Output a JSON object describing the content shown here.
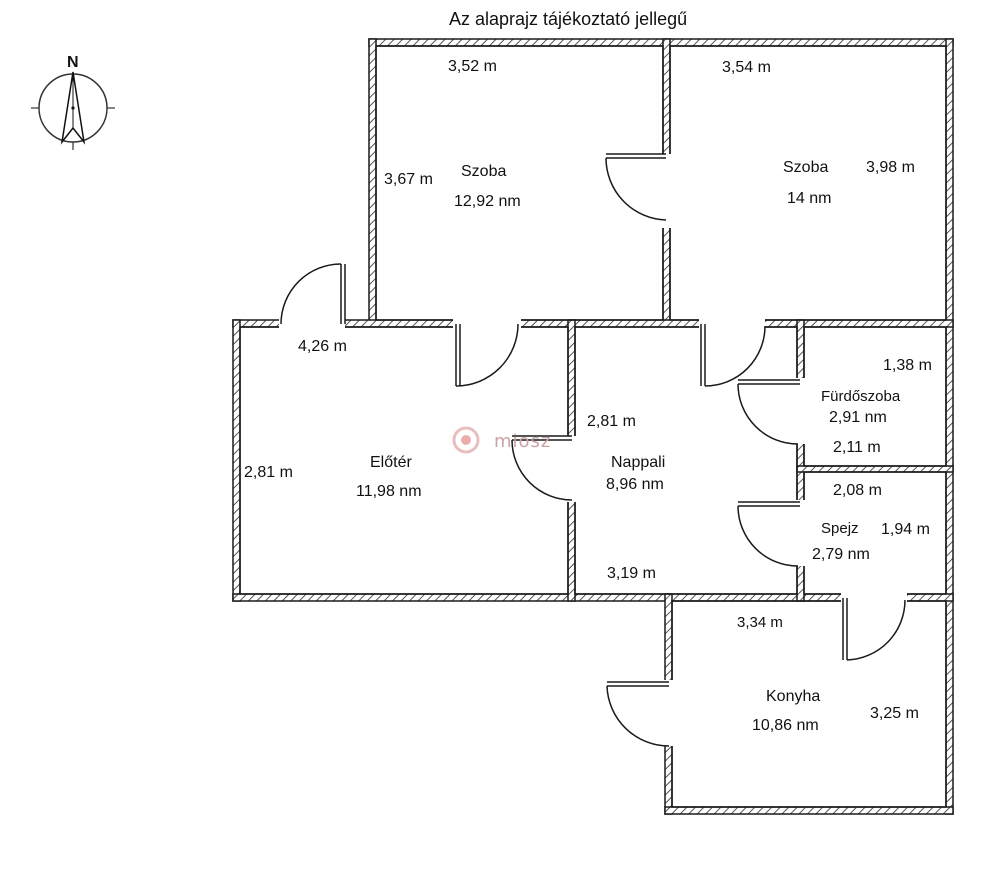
{
  "header": {
    "note": "Az alaprajz tájékoztató jellegű"
  },
  "compass": {
    "north_label": "N"
  },
  "watermark": {
    "text": "miosz"
  },
  "rooms": {
    "szoba1": {
      "name": "Szoba",
      "area": "12,92 nm",
      "width": "3,52 m",
      "height": "3,67 m"
    },
    "szoba2": {
      "name": "Szoba",
      "area": "14 nm",
      "width": "3,54 m",
      "height": "3,98 m"
    },
    "eloter": {
      "name": "Előtér",
      "area": "11,98 nm",
      "width": "4,26 m",
      "height": "2,81 m"
    },
    "nappali": {
      "name": "Nappali",
      "area": "8,96 nm",
      "width": "3,19 m",
      "height": "2,81 m"
    },
    "furdoszoba": {
      "name": "Fürdőszoba",
      "area": "2,91 nm",
      "width": "1,38 m",
      "height": "2,11 m"
    },
    "spejz": {
      "name": "Spejz",
      "area": "2,79 nm",
      "width": "2,08 m",
      "height": "1,94 m"
    },
    "konyha": {
      "name": "Konyha",
      "area": "10,86 nm",
      "width": "3,34 m",
      "height": "3,25 m"
    }
  },
  "colors": {
    "wall": "#1a1a1a",
    "hatch": "#555555",
    "watermark": "#c9a3a3"
  }
}
